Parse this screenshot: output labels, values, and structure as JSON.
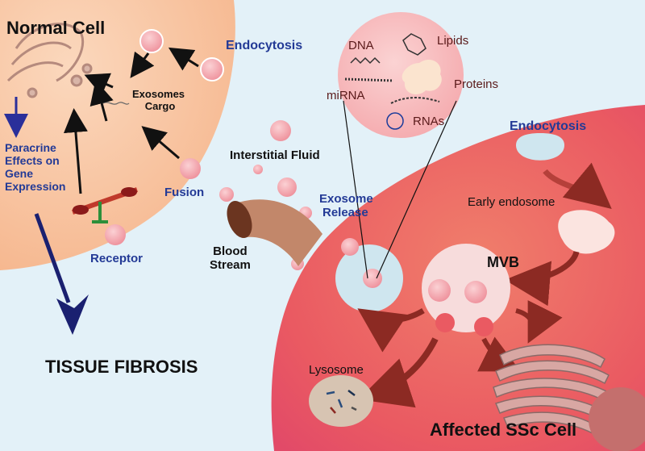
{
  "labels": {
    "normal_cell": "Normal Cell",
    "endocytosis_top": "Endocytosis",
    "exosomes_cargo_line1": "Exosomes",
    "exosomes_cargo_line2": "Cargo",
    "paracrine_line1": "Paracrine",
    "paracrine_line2": "Effects on",
    "paracrine_line3": "Gene",
    "paracrine_line4": "Expression",
    "fusion": "Fusion",
    "receptor": "Receptor",
    "interstitial_fluid": "Interstitial Fluid",
    "blood_line1": "Blood",
    "blood_line2": "Stream",
    "exosome_release_line1": "Exosome",
    "exosome_release_line2": "Release",
    "tissue_fibrosis": "TISSUE FIBROSIS",
    "dna": "DNA",
    "lipids": "Lipids",
    "proteins": "Proteins",
    "mirna": "miRNA",
    "rnas": "RNAs",
    "endocytosis_right": "Endocytosis",
    "early_endosome": "Early endosome",
    "mvb": "MVB",
    "lysosome": "Lysosome",
    "affected_cell": "Affected SSc Cell"
  },
  "colors": {
    "background": "#dff0f8",
    "normal_cell": "#f9c9a6",
    "affected_cell": "#e8505e",
    "exosome": "#f3a5ad",
    "blue_text": "#233a96",
    "arrow_dark": "#8c2a23",
    "paracrine_arrow": "#1a2070"
  }
}
